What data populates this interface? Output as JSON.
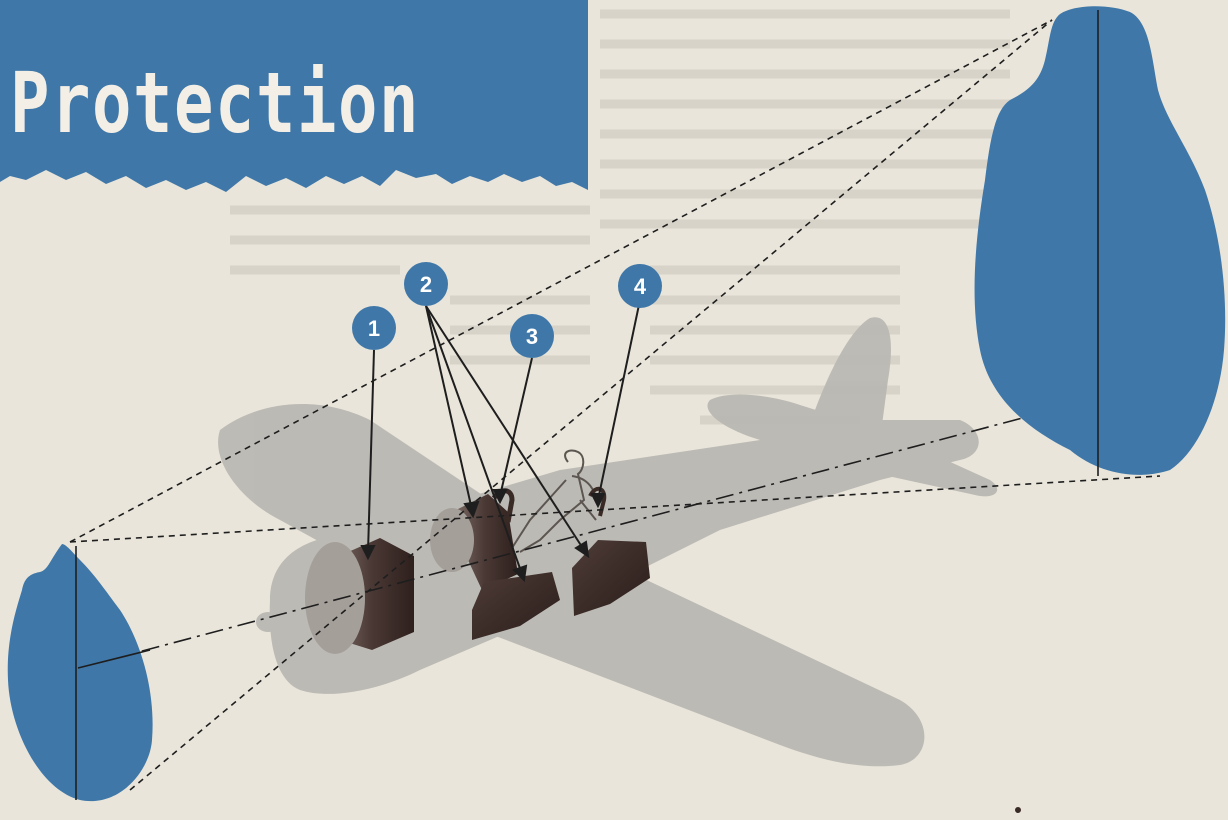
{
  "title": "Protection",
  "callouts": [
    {
      "label": "1"
    },
    {
      "label": "2"
    },
    {
      "label": "3"
    },
    {
      "label": "4"
    }
  ],
  "colors": {
    "background": "#e9e5da",
    "blue": "#3f77a8",
    "plane_silhouette": "#b9b7b2",
    "armor_dark": "#3a2a26",
    "line": "#1e1e1e"
  }
}
